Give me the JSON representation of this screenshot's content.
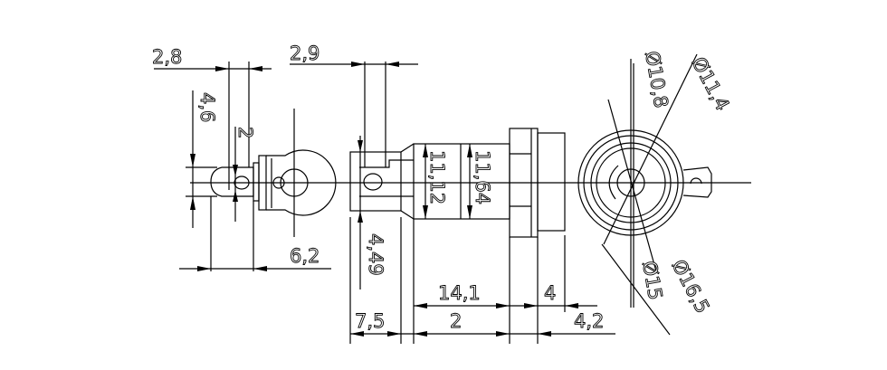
{
  "drawing": {
    "dimensions": {
      "d_2_8": "2,8",
      "d_2_9": "2,9",
      "d_4_6": "4,6",
      "d_2_pin": "2",
      "d_6_2": "6,2",
      "d_4_49": "4,49",
      "d_7_5": "7,5",
      "d_11_12": "11,12",
      "d_11_64": "11,64",
      "d_14_1": "14,1",
      "d_2_body": "2",
      "d_4": "4",
      "d_4_2": "4,2",
      "dia_10_8": "Ø10,8",
      "dia_11_4": "Ø11,4",
      "dia_15": "Ø15",
      "dia_16_5": "Ø16,5"
    }
  }
}
